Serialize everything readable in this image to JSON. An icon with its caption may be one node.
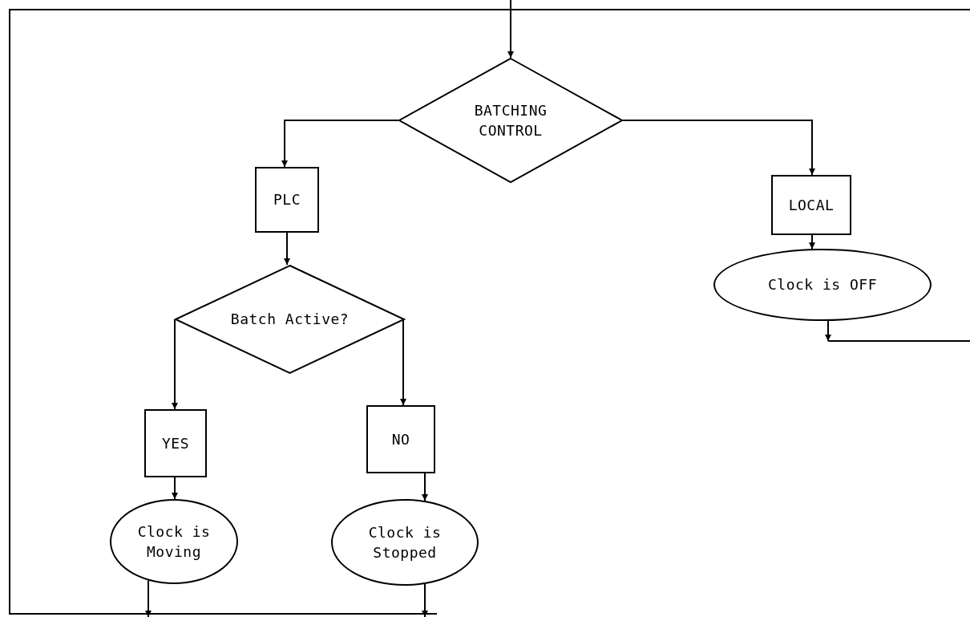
{
  "diagram": {
    "nodes": [
      {
        "text": [
          "BATCHING CONTROL"
        ]
      },
      {
        "text": [
          "PLC"
        ]
      },
      {
        "text": [
          "LOCAL"
        ]
      },
      {
        "text": [
          "Batch Active?"
        ]
      },
      {
        "text": [
          "YES"
        ]
      },
      {
        "text": [
          "NO"
        ]
      },
      {
        "text": [
          "Clock is Moving"
        ]
      },
      {
        "text": [
          "Clock is Stopped"
        ]
      },
      {
        "text": [
          "Clock is OFF"
        ]
      }
    ],
    "edges": [
      {
        "from": null,
        "to": 0,
        "arrow": "to"
      },
      {
        "from": 0,
        "to": 1,
        "arrow": "to"
      },
      {
        "from": 0,
        "to": 2,
        "arrow": "to"
      },
      {
        "from": 1,
        "to": 3,
        "arrow": "to"
      },
      {
        "from": 3,
        "to": 4,
        "arrow": "to"
      },
      {
        "from": 3,
        "to": 5,
        "arrow": "to"
      },
      {
        "from": 4,
        "to": 6,
        "arrow": "to"
      },
      {
        "from": 5,
        "to": 7,
        "arrow": "to"
      },
      {
        "from": 2,
        "to": 8,
        "arrow": "to"
      },
      {
        "from": 6,
        "to": null,
        "arrow": "to"
      },
      {
        "from": 7,
        "to": null,
        "arrow": "to"
      },
      {
        "from": 8,
        "to": null,
        "arrow": "to"
      }
    ]
  }
}
